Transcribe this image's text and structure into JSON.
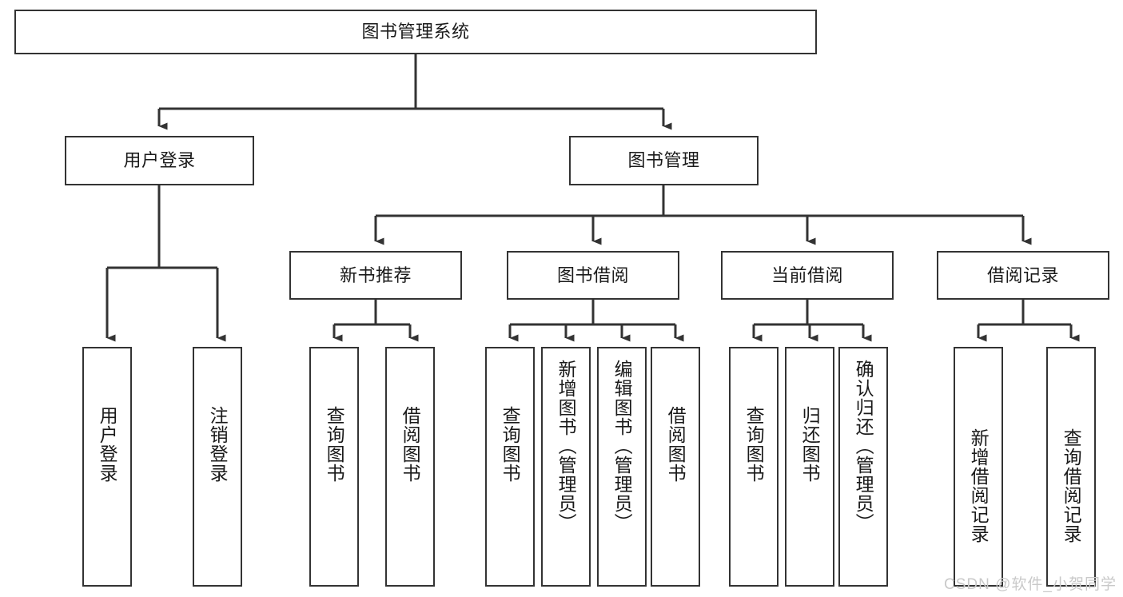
{
  "chart_data": {
    "type": "diagram",
    "title": "图书管理系统",
    "diagram_kind": "功能结构图 / tree",
    "orientation": "top-down",
    "edge_style": "orthogonal-with-arrowheads",
    "levels": 4
  },
  "colors": {
    "box_border": "#333333",
    "box_fill": "#ffffff",
    "connector": "#333333",
    "text": "#1a1a1a",
    "watermark": "#c9c9c9",
    "page_background": "#ffffff"
  },
  "root": {
    "id": "root",
    "label": "图书管理系统"
  },
  "level2": [
    {
      "id": "user-login",
      "label": "用户登录"
    },
    {
      "id": "book-manage",
      "label": "图书管理"
    }
  ],
  "level3": [
    {
      "id": "new-book-recommend",
      "label": "新书推荐",
      "parent": "book-manage"
    },
    {
      "id": "book-borrow",
      "label": "图书借阅",
      "parent": "book-manage"
    },
    {
      "id": "current-borrow",
      "label": "当前借阅",
      "parent": "book-manage"
    },
    {
      "id": "borrow-record",
      "label": "借阅记录",
      "parent": "book-manage"
    }
  ],
  "leaves": {
    "user_login": [
      {
        "id": "leaf-user-login",
        "label": "用户登录"
      },
      {
        "id": "leaf-user-logout",
        "label": "注销登录"
      }
    ],
    "new_book_recommend": [
      {
        "id": "leaf-query-book-1",
        "label": "查询图书"
      },
      {
        "id": "leaf-borrow-book-1",
        "label": "借阅图书"
      }
    ],
    "book_borrow": [
      {
        "id": "leaf-query-book-2",
        "label": "查询图书"
      },
      {
        "id": "leaf-add-book",
        "label": "新增图书（管理员）"
      },
      {
        "id": "leaf-edit-book",
        "label": "编辑图书（管理员）"
      },
      {
        "id": "leaf-borrow-book-2",
        "label": "借阅图书"
      }
    ],
    "current_borrow": [
      {
        "id": "leaf-query-book-3",
        "label": "查询图书"
      },
      {
        "id": "leaf-return-book",
        "label": "归还图书"
      },
      {
        "id": "leaf-confirm-return",
        "label": "确认归还（管理员）"
      }
    ],
    "borrow_record": [
      {
        "id": "leaf-add-record",
        "label": "新增借阅记录"
      },
      {
        "id": "leaf-query-record",
        "label": "查询借阅记录"
      }
    ]
  },
  "watermark": {
    "text": "CSDN @软件_小贺同学"
  }
}
